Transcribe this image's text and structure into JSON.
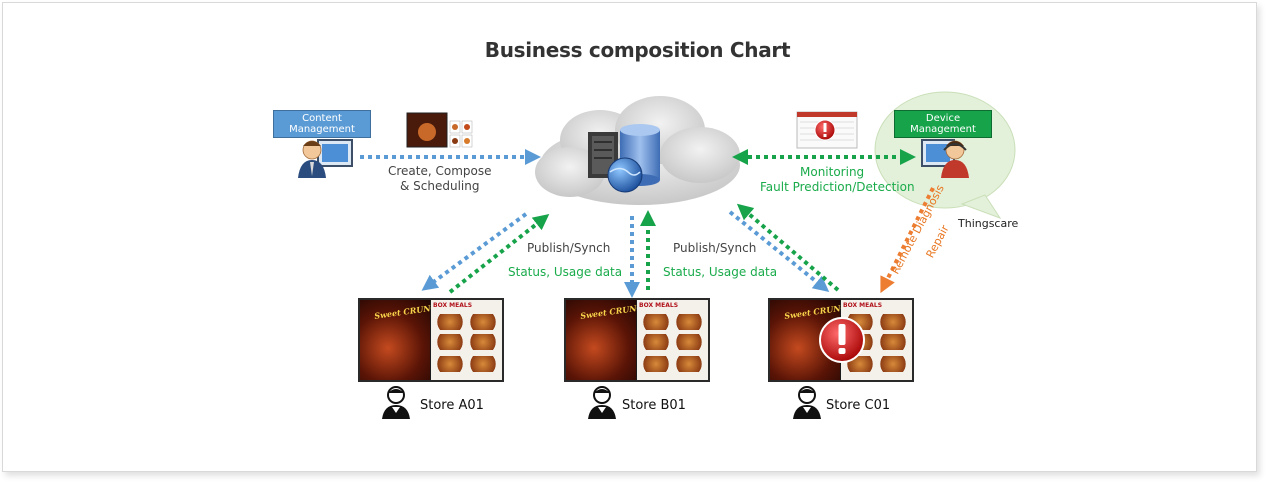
{
  "title": "Business composition Chart",
  "nodes": {
    "content_management": "Content\nManagement",
    "device_management": "Device\nManagement",
    "thingscare": "Thingscare"
  },
  "edges": {
    "create_compose": "Create, Compose\n& Scheduling",
    "monitoring": "Monitoring",
    "fault": "Fault Prediction/Detection",
    "publish_a": "Publish/Synch",
    "status_a": "Status, Usage data",
    "publish_c": "Publish/Synch",
    "status_c": "Status, Usage data",
    "remote_diagnosis": "Remote Diagnosis",
    "repair": "Repair"
  },
  "stores": [
    {
      "name": "Store A01",
      "fault": false
    },
    {
      "name": "Store B01",
      "fault": false
    },
    {
      "name": "Store C01",
      "fault": true
    }
  ],
  "screen_content": {
    "header": "BOX MEALS",
    "slogan": "Sweet CRUNCH"
  },
  "colors": {
    "blue_arrow": "#5b9bd5",
    "green_arrow": "#16a34a",
    "orange_arrow": "#ed7d31",
    "cloud": "#d9d9d9"
  },
  "icons": [
    "cloud-server-icon",
    "operator-icon",
    "support-agent-icon",
    "store-staff-icon",
    "alert-icon",
    "menu-thumbnail-icon",
    "dashboard-thumbnail-icon"
  ]
}
